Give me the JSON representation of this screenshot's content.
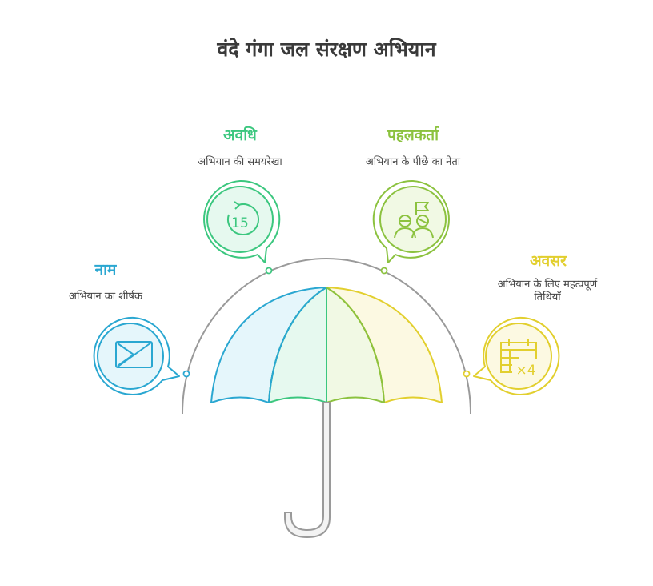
{
  "title": "वंदे गंगा जल संरक्षण अभियान",
  "items": [
    {
      "key": "naam",
      "heading": "नाम",
      "desc": "अभियान का शीर्षक",
      "color": "#2aa7d1",
      "fill": "#e5f6fb",
      "icon": "video-icon"
    },
    {
      "key": "avadhi",
      "heading": "अवधि",
      "desc": "अभियान की समयरेखा",
      "color": "#3cc77f",
      "fill": "#e6f9ef",
      "icon": "timer-15-icon",
      "icon_text": "15"
    },
    {
      "key": "pahal",
      "heading": "पहलकर्ता",
      "desc": "अभियान के पीछे का नेता",
      "color": "#8cc23f",
      "fill": "#f1f9e4",
      "icon": "leader-team-icon"
    },
    {
      "key": "avsar",
      "heading": "अवसर",
      "desc_line1": "अभियान के लिए महत्वपूर्ण",
      "desc_line2": "तिथियाँ",
      "color": "#e2cf2e",
      "fill": "#fcf9e2",
      "icon": "calendar-icon",
      "icon_text": "×4"
    }
  ],
  "colors": {
    "arc": "#9a9a9a",
    "umbrella_blue": "#2aa7d1",
    "umbrella_blue_fill": "#e5f6fb",
    "umbrella_teal": "#3cc77f",
    "umbrella_teal_fill": "#e6f9ef",
    "umbrella_green": "#8cc23f",
    "umbrella_green_fill": "#f1f9e4",
    "umbrella_yellow": "#e2cf2e",
    "umbrella_yellow_fill": "#fcf9e2",
    "handle": "#9a9a9a"
  }
}
